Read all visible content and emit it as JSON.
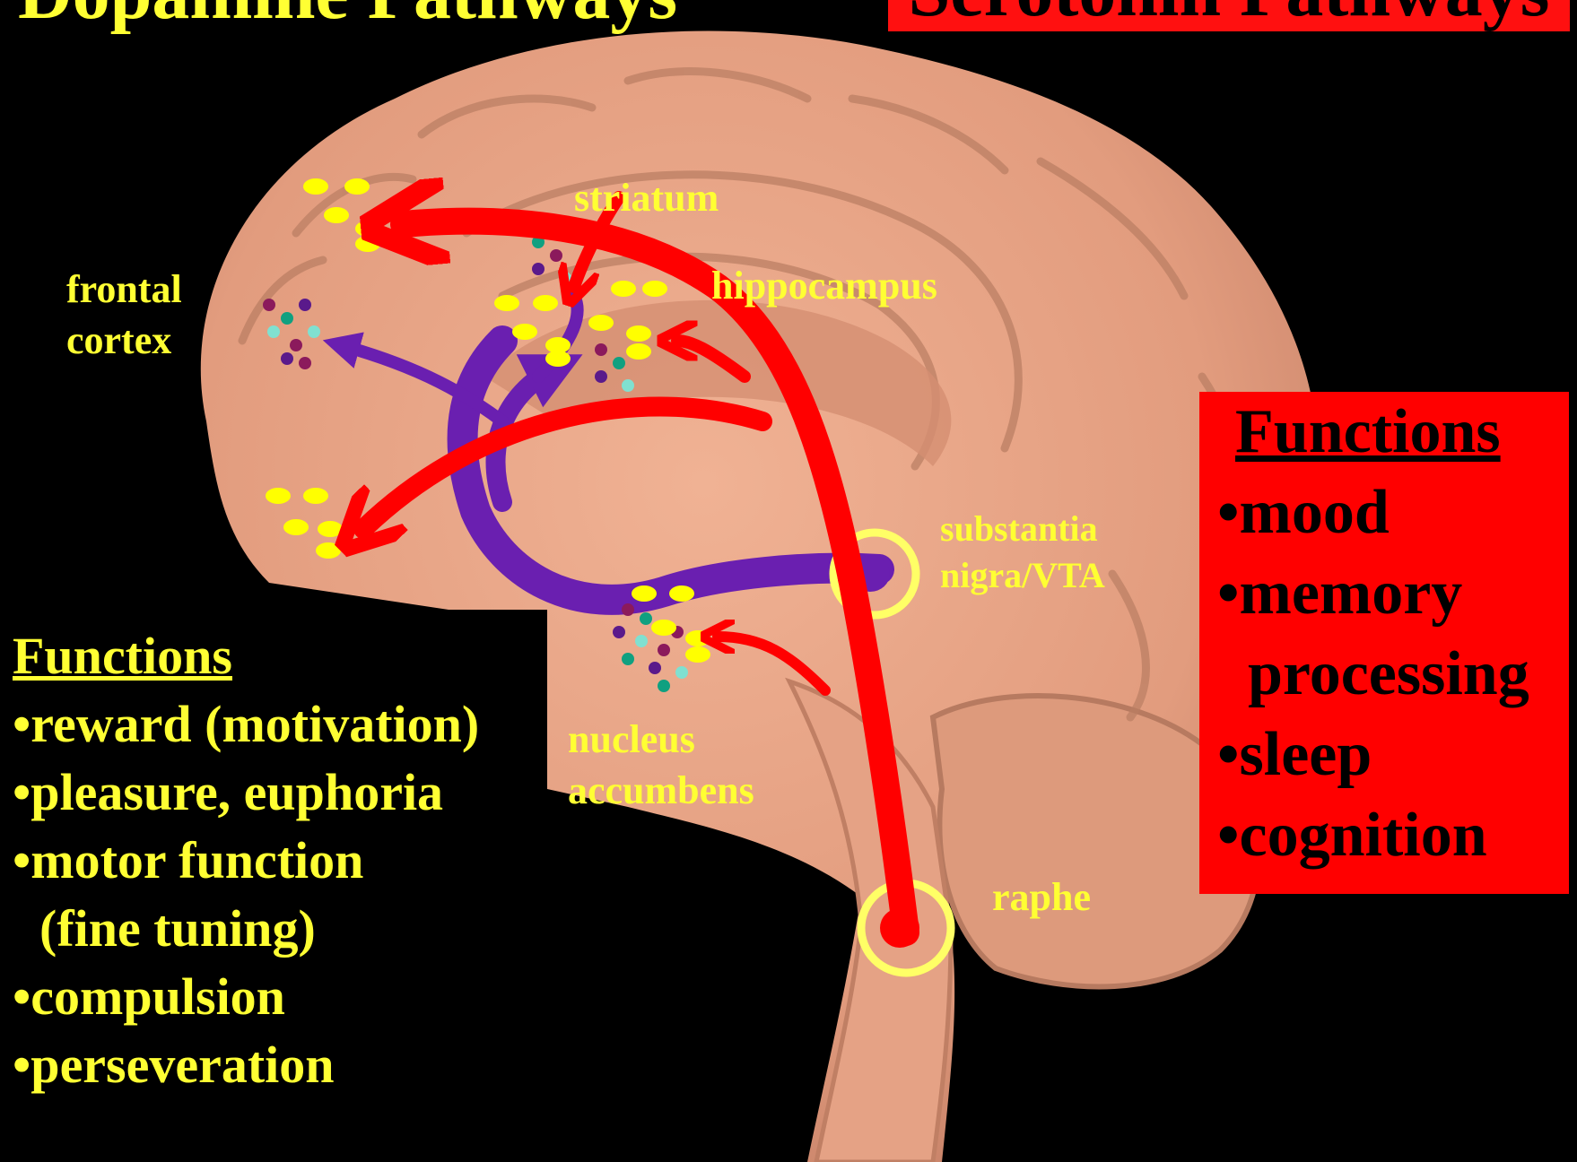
{
  "titles": {
    "left": "Dopamine Pathways",
    "right": "Serotonin Pathways"
  },
  "regions": {
    "striatum": "striatum",
    "hippocampus": "hippocampus",
    "frontal_cortex": [
      "frontal",
      "cortex"
    ],
    "substantia_nigra": [
      "substantia",
      "nigra/VTA"
    ],
    "nucleus_accumbens": [
      "nucleus",
      "accumbens"
    ],
    "raphe": "raphe"
  },
  "dopamine_functions": {
    "heading": "Functions",
    "items": [
      "•reward (motivation)",
      "•pleasure, euphoria",
      "•motor function",
      "  (fine tuning)",
      "•compulsion",
      "•perseveration"
    ]
  },
  "serotonin_functions": {
    "heading": "Functions",
    "items": [
      "•mood",
      "•memory",
      "  processing",
      "•sleep",
      "•cognition"
    ]
  },
  "colors": {
    "background": "#000000",
    "brain": "#e8a488",
    "label_yellow": "#ffff33",
    "serotonin_red": "#ff0000",
    "dopamine_purple": "#6a1fb0"
  }
}
